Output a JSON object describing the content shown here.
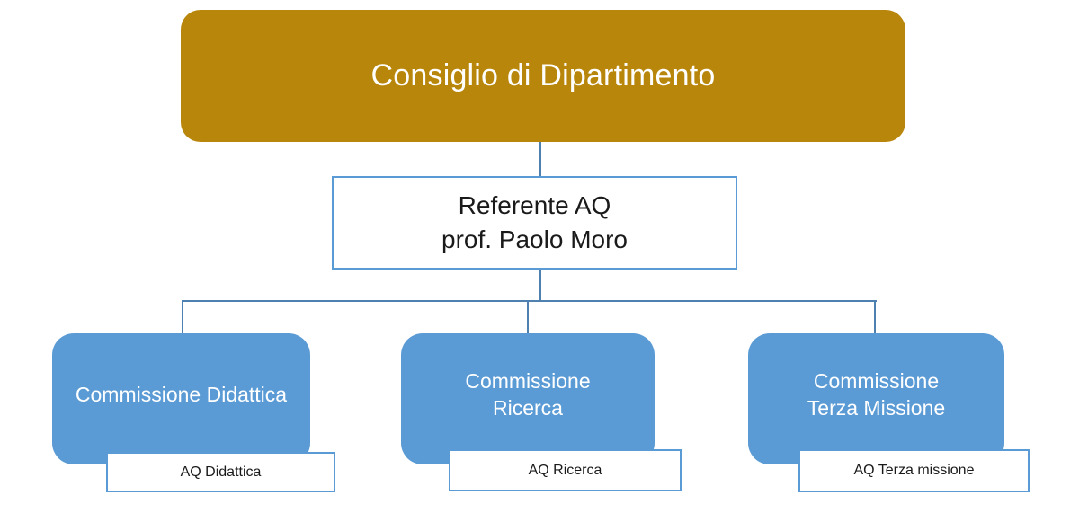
{
  "nodes": {
    "root": {
      "label": "Consiglio di Dipartimento"
    },
    "referente": {
      "line1": "Referente AQ",
      "line2": "prof. Paolo Moro"
    },
    "committees": [
      {
        "line1": "Commissione Didattica",
        "line2": "",
        "sub": "AQ Didattica"
      },
      {
        "line1": "Commissione",
        "line2": "Ricerca",
        "sub": "AQ Ricerca"
      },
      {
        "line1": "Commissione",
        "line2": "Terza Missione",
        "sub": "AQ Terza missione"
      }
    ]
  },
  "colors": {
    "gold": "#B8860B",
    "blue": "#5B9BD5",
    "box_border": "#5B9BD5",
    "connector": "#4E80B0",
    "text_dark": "#1A1A1A",
    "text_light": "#FFFFFF",
    "background": "#FFFFFF"
  }
}
